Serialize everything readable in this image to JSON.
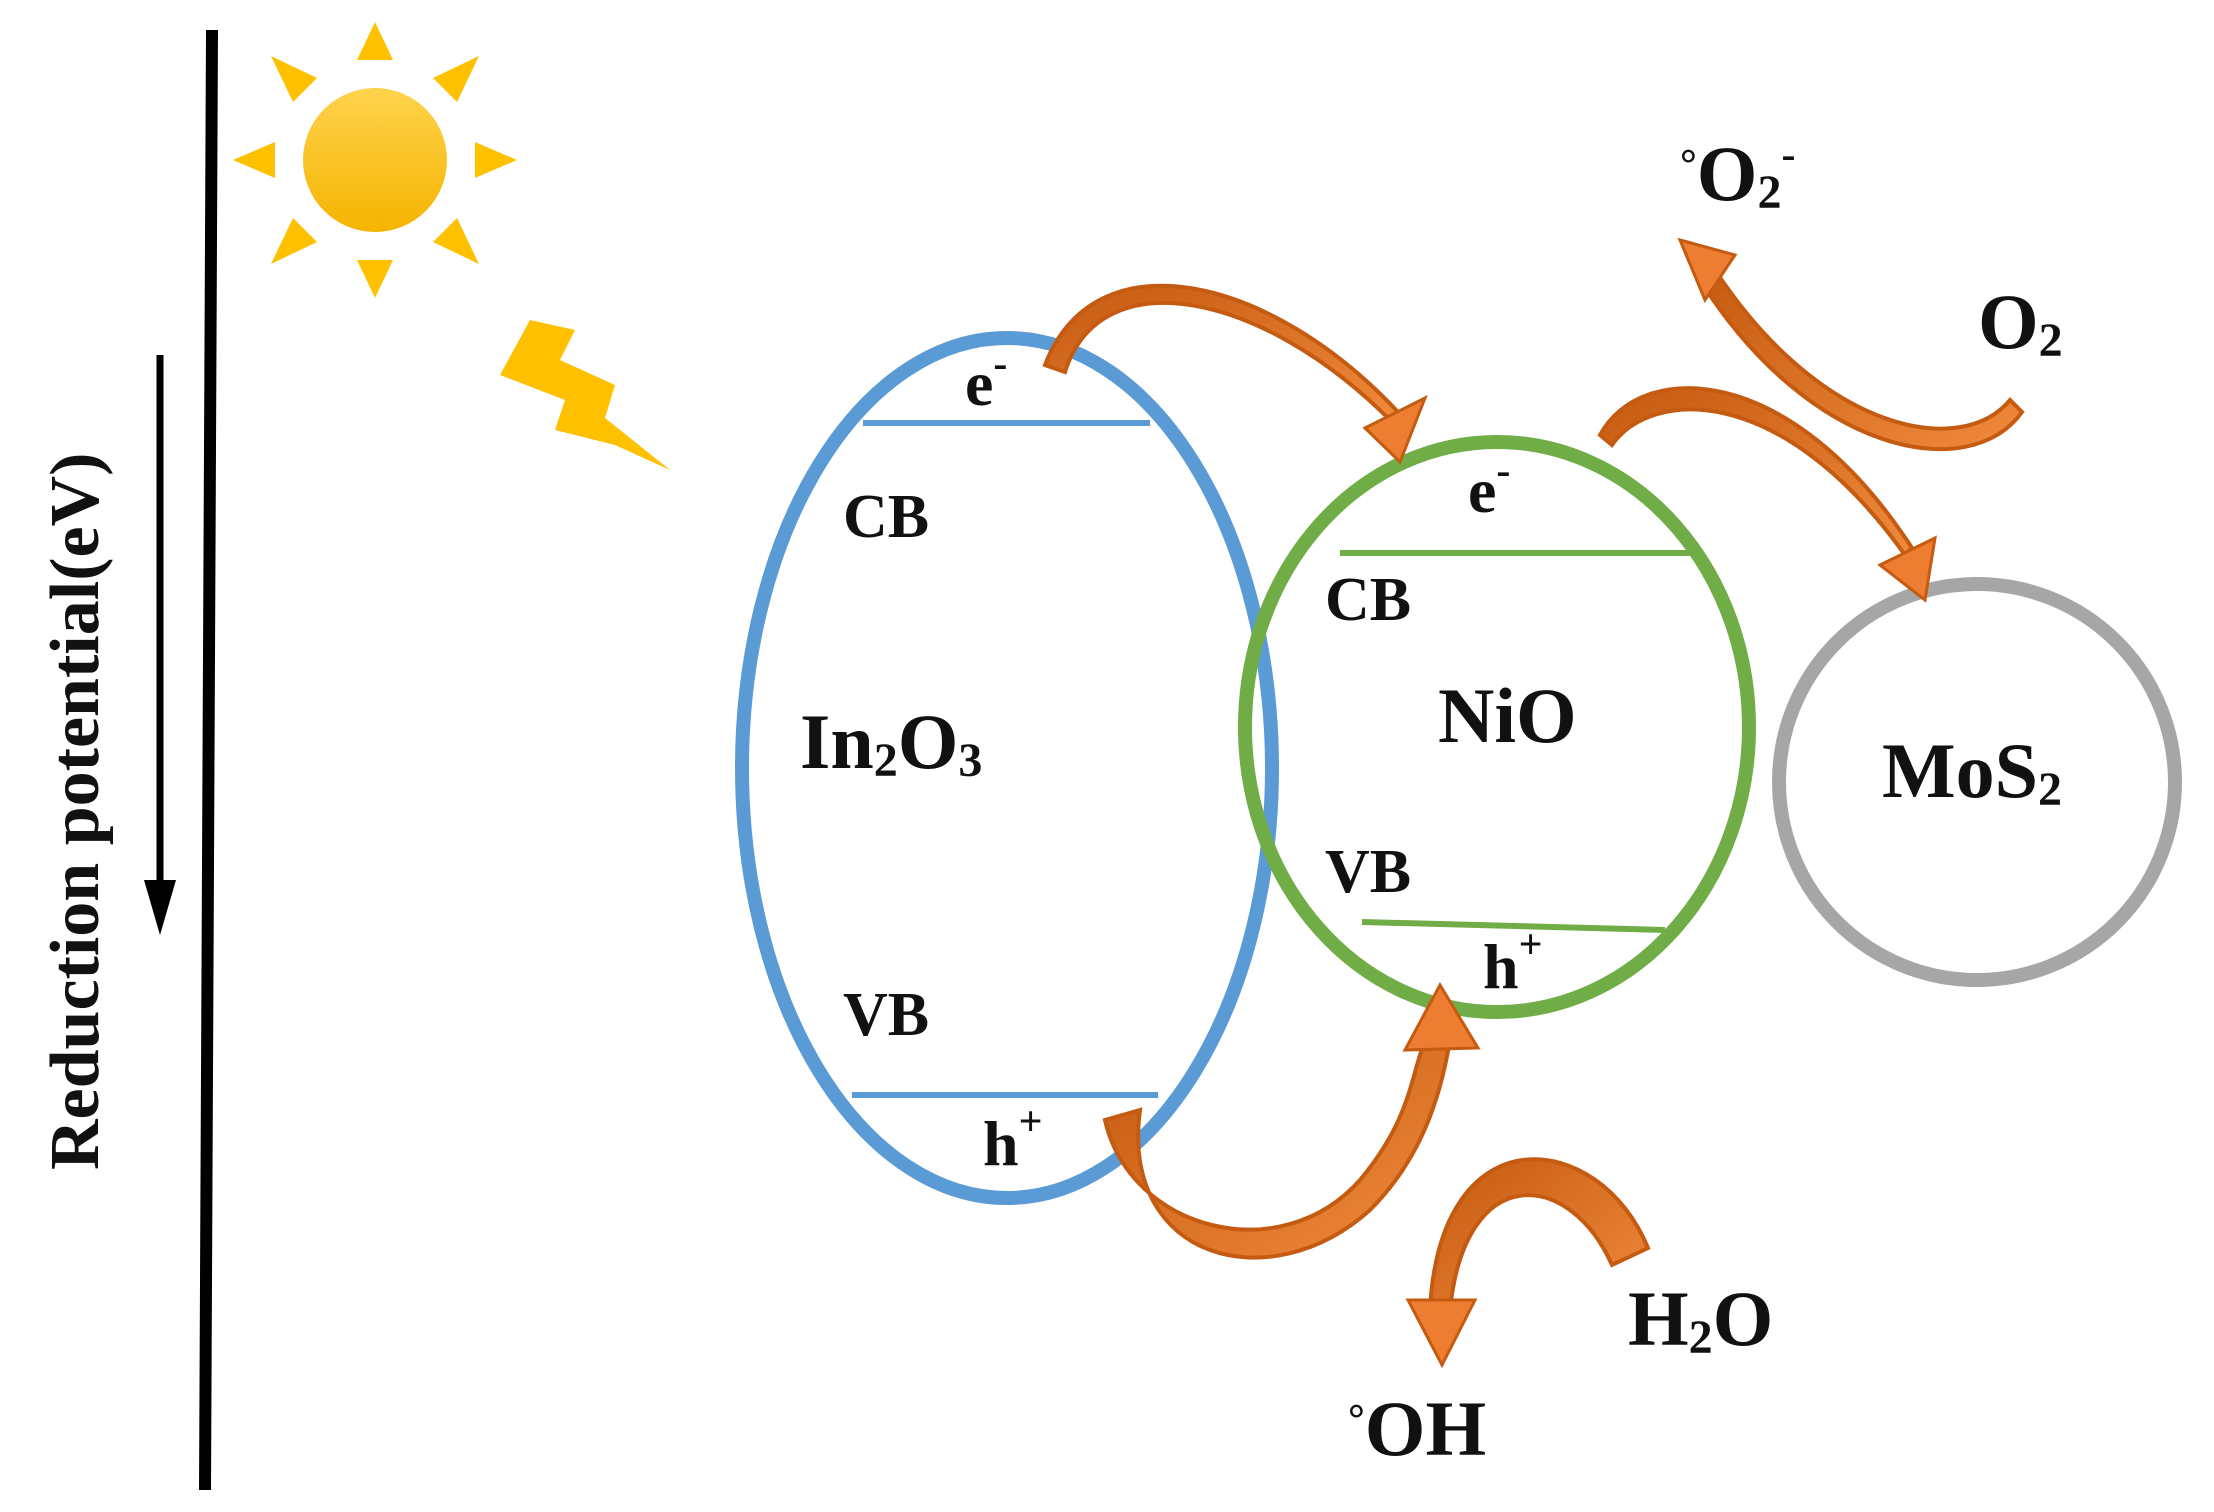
{
  "axis": {
    "label": "Reduction potential(eV)"
  },
  "semiconductors": {
    "in2o3": {
      "name_main": "In",
      "sub1": "2",
      "mid": "O",
      "sub2": "3",
      "cb": "CB",
      "vb": "VB",
      "electron": "e",
      "electron_sup": "-",
      "hole": "h",
      "hole_sup": "+",
      "color": "#5b9bd5"
    },
    "nio": {
      "name": "NiO",
      "cb": "CB",
      "vb": "VB",
      "electron": "e",
      "electron_sup": "-",
      "hole": "h",
      "hole_sup": "+",
      "color": "#70ad47"
    },
    "mos2": {
      "name_main": "MoS",
      "sub": "2",
      "color": "#a6a6a6"
    }
  },
  "species": {
    "superoxide": {
      "deg": "°",
      "main": "O",
      "sub": "2",
      "sup": "-"
    },
    "oxygen": {
      "main": "O",
      "sub": "2"
    },
    "hydroxyl": {
      "deg": "°",
      "main": "OH"
    },
    "water": {
      "main": "H",
      "sub": "2",
      "end": "O"
    }
  },
  "colors": {
    "sun": "#ffc000",
    "arrow_dark": "#c55a11",
    "arrow_light": "#ed7d31",
    "axis": "#000000"
  },
  "icons": {
    "sun": "sun-icon",
    "light": "lightning-bolt-icon"
  }
}
